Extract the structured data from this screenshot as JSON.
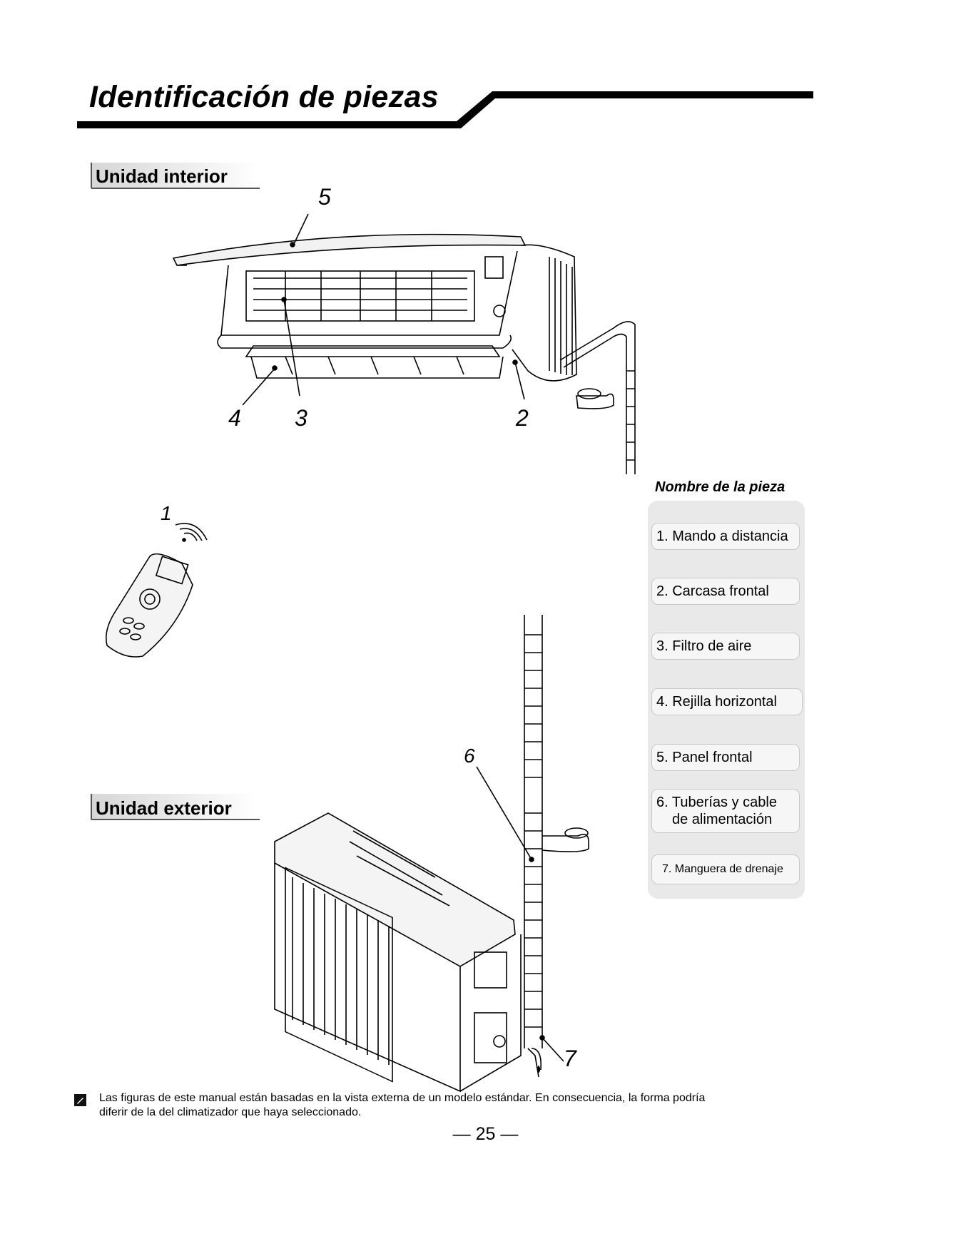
{
  "page": {
    "title": "Identificación de piezas",
    "indoor_label": "Unidad interior",
    "outdoor_label": "Unidad exterior",
    "callouts": [
      "1",
      "2",
      "3",
      "4",
      "5",
      "6",
      "7"
    ]
  },
  "parts": {
    "heading": "Nombre de la pieza",
    "items": [
      {
        "lines": [
          "1. Mando a distancia"
        ]
      },
      {
        "lines": [
          "2. Carcasa frontal"
        ]
      },
      {
        "lines": [
          "3. Filtro de aire"
        ]
      },
      {
        "lines": [
          "4. Rejilla horizontal"
        ]
      },
      {
        "lines": [
          "5. Panel frontal"
        ]
      },
      {
        "lines": [
          "6. Tuberías y cable",
          "de alimentación"
        ]
      },
      {
        "lines": [
          "7. Manguera de drenaje"
        ]
      }
    ]
  },
  "footnote": {
    "text": "Las figuras de este manual están basadas en la vista externa de un modelo estándar. En consecuencia, la forma podría diferir de la del climatizador que haya seleccionado."
  },
  "page_number": "— 25 —",
  "colors": {
    "ink": "#000000",
    "panel_bg": "#e9e9e9",
    "label_bg": "#f6f6f6"
  }
}
